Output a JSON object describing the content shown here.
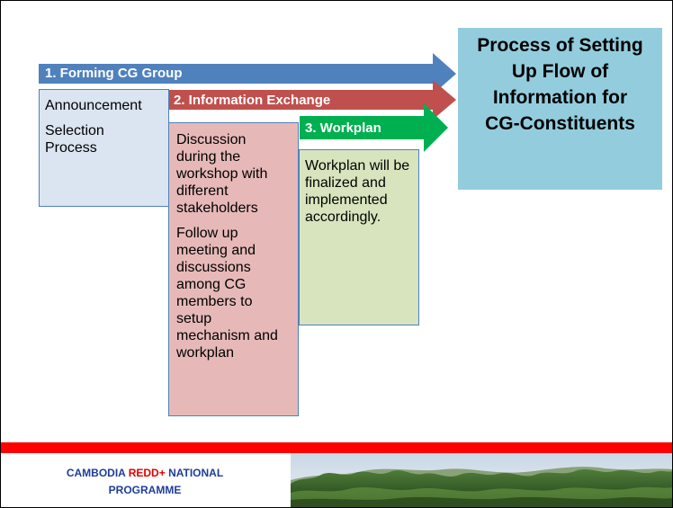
{
  "title": [
    "Process of Setting",
    "Up Flow of",
    "Information for",
    "CG-Constituents"
  ],
  "steps": [
    {
      "label": "1. Forming CG Group",
      "color": "#4f81bd",
      "items": [
        "Announcement",
        "Selection Process"
      ],
      "box_color": "#dbe5f1",
      "border_color": "#4f81bd"
    },
    {
      "label": "2. Information Exchange",
      "color": "#c0504d",
      "items": [
        "Discussion during the workshop with different stakeholders",
        "Follow up meeting and discussions among CG members to setup mechanism and workplan"
      ],
      "box_color": "#e6b9b8",
      "border_color": "#4f81bd"
    },
    {
      "label": "3. Workplan",
      "color": "#00b050",
      "items": [
        "Workplan will be finalized and implemented accordingly."
      ],
      "box_color": "#d7e4bd",
      "border_color": "#4f81bd"
    }
  ],
  "footer": {
    "left": "CAMBODIA ",
    "highlight": "REDD+",
    "right": " NATIONAL",
    "line2": "PROGRAMME"
  },
  "colors": {
    "title_box": "#93cddd",
    "footer_bar": "#ff0000",
    "footer_text": "#1f3d99",
    "footer_highlight": "#e00000"
  }
}
